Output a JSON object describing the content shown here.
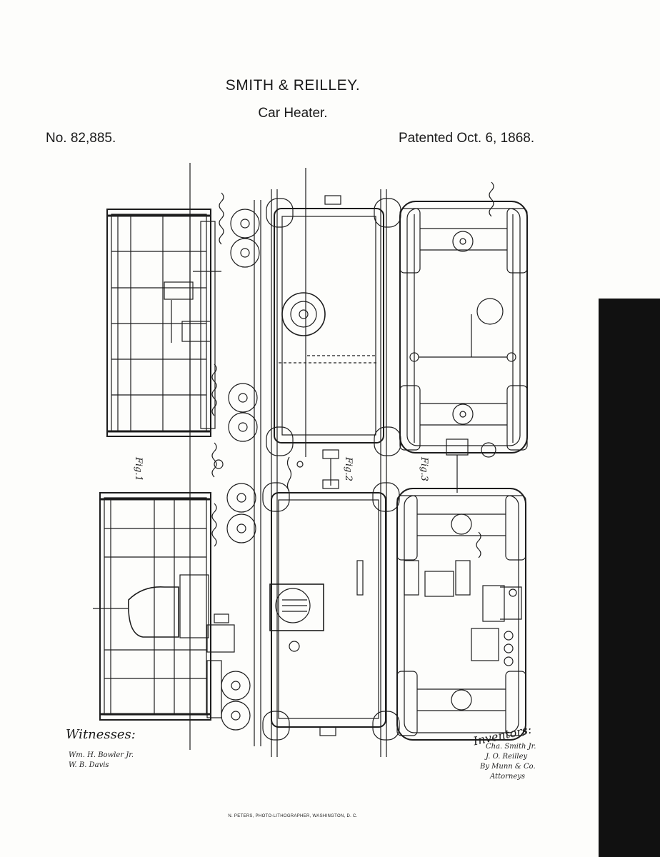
{
  "header": {
    "title": "SMITH & REILLEY.",
    "subtitle": "Car Heater.",
    "patent_number": "No. 82,885.",
    "patent_date": "Patented Oct. 6, 1868."
  },
  "figures": {
    "fig1": "Fig.1",
    "fig2": "Fig.2",
    "fig3": "Fig.3"
  },
  "witnesses": {
    "label": "Witnesses:",
    "names": [
      "Wm. H. Bowler Jr.",
      "W. B. Davis"
    ]
  },
  "inventors": {
    "label": "Inventors:",
    "names": [
      "Cha. Smith Jr.",
      "J. O. Reilley",
      "By Munn & Co.",
      "Attorneys"
    ]
  },
  "footer": {
    "lithographer": "N. PETERS, PHOTO-LITHOGRAPHER, WASHINGTON, D. C."
  }
}
